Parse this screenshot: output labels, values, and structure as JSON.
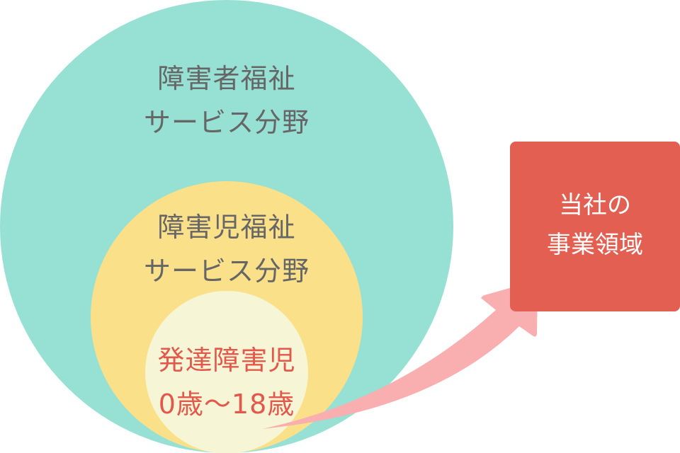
{
  "outer_circle": {
    "line1": "障害者福祉",
    "line2": "サービス分野",
    "color": "#96e0d4"
  },
  "middle_circle": {
    "line1": "障害児福祉",
    "line2": "サービス分野",
    "color": "#fbe08a"
  },
  "inner_circle": {
    "line1": "発達障害児",
    "line2": "0歳〜18歳",
    "color": "#f6f6d6"
  },
  "company_box": {
    "line1": "当社の",
    "line2": "事業領域",
    "color": "#e35f52"
  },
  "arrow": {
    "color": "#f9aeb0"
  }
}
